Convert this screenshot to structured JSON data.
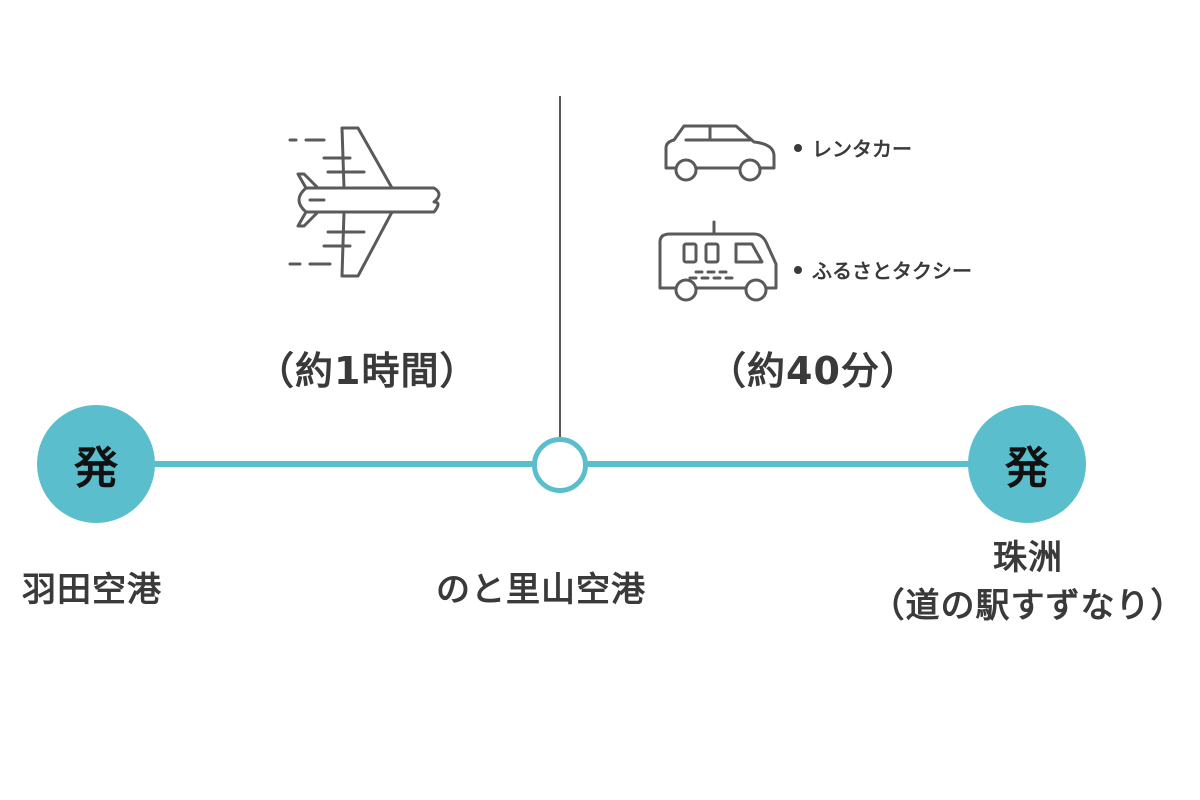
{
  "start_badge": "発",
  "end_badge": "発",
  "stops": {
    "origin": "羽田空港",
    "transfer": "のと里山空港",
    "destination_line1": "珠洲",
    "destination_line2": "（道の駅すずなり）"
  },
  "legs": {
    "flight": {
      "duration": "（約1時間）",
      "icon": "airplane-icon"
    },
    "ground": {
      "duration": "（約40分）",
      "modes": [
        {
          "label": "レンタカー",
          "icon": "car-icon"
        },
        {
          "label": "ふるさとタクシー",
          "icon": "taxi-van-icon"
        }
      ]
    }
  },
  "colors": {
    "accent": "#5bbecd",
    "text": "#3a3a3a",
    "icon_stroke": "#5a5a5a"
  }
}
